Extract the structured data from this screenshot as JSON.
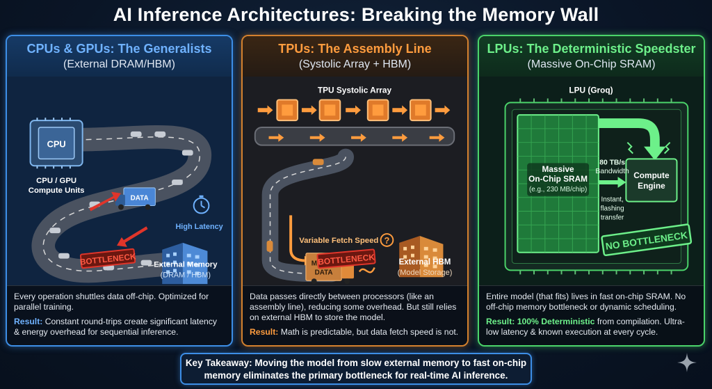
{
  "title": "AI Inference Architectures: Breaking the Memory Wall",
  "colors": {
    "cpu_accent": "#3d8ee6",
    "tpu_accent": "#d4812e",
    "lpu_accent": "#4bd46a",
    "bottleneck_red": "#d23a2a"
  },
  "panels": {
    "cpu": {
      "title": "CPUs & GPUs: The Generalists",
      "subtitle": "(External DRAM/HBM)",
      "chip_label": "CPU",
      "compute_label_1": "CPU / GPU",
      "compute_label_2": "Compute Units",
      "truck_label": "DATA",
      "latency_label": "High Latency",
      "memory_label_1": "External Memory",
      "memory_label_2": "(DRAM / HBM)",
      "badge": "BOTTLENECK",
      "desc": "Every operation shuttles data off-chip. Optimized for parallel training.",
      "result_label": "Result:",
      "result_text": "Constant round-trips create significant latency & energy overhead for sequential inference."
    },
    "tpu": {
      "title": "TPUs: The Assembly Line",
      "subtitle": "(Systolic Array + HBM)",
      "array_label": "TPU Systolic Array",
      "fetch_label": "Variable Fetch Speed",
      "truck_label_1": "MODEL",
      "truck_label_2": "DATA",
      "badge": "BOTTLENECK",
      "hbm_label_1": "External HBM",
      "hbm_label_2": "(Model Storage)",
      "desc": "Data passes directly between processors (like an assembly line), reducing some overhead. But still relies on external HBM to store the model.",
      "result_label": "Result:",
      "result_text": "Math is predictable, but data fetch speed is not."
    },
    "lpu": {
      "title": "LPUs: The Deterministic Speedster",
      "subtitle": "(Massive On-Chip SRAM)",
      "chip_label": "LPU (Groq)",
      "sram_label_1": "Massive",
      "sram_label_2": "On-Chip SRAM",
      "sram_label_3": "(e.g., 230 MB/chip)",
      "bw_label_1": "80 TB/s",
      "bw_label_2": "Bandwidth",
      "compute_label_1": "Compute",
      "compute_label_2": "Engine",
      "transfer_label_1": "Instant,",
      "transfer_label_2": "flashing",
      "transfer_label_3": "transfer",
      "badge": "NO BOTTLENECK",
      "desc": "Entire model (that fits) lives in fast on-chip SRAM. No off-chip memory bottleneck or dynamic scheduling.",
      "result_label": "Result: 100% Deterministic",
      "result_text": "from compilation. Ultra-low latency & known execution at every cycle."
    }
  },
  "takeaway": {
    "line1": "Key Takeaway: Moving the model from slow external memory to fast on-chip",
    "line2": "memory eliminates the primary bottleneck for real-time AI inference."
  }
}
